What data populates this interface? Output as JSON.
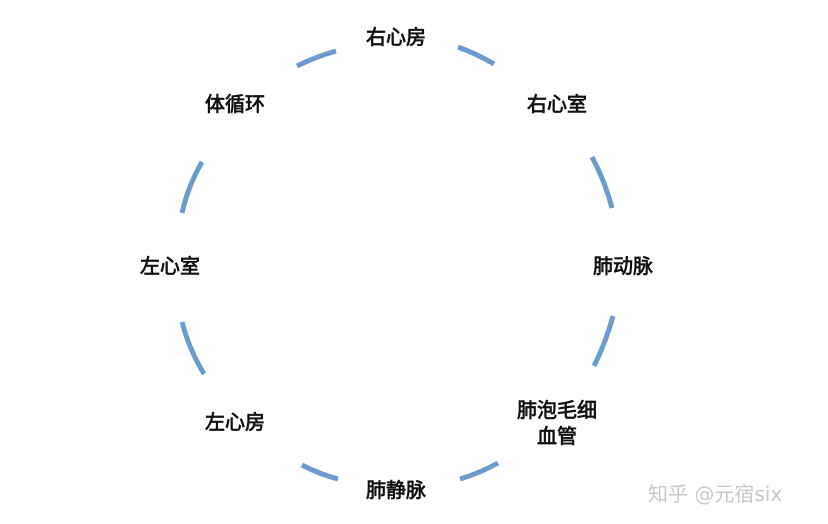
{
  "nodes": [
    "右心房",
    "右心室",
    "肺动脉",
    "肺泡毛细",
    "血管",
    "肺静脉",
    "左心房",
    "左心室",
    "体循环"
  ],
  "watermark": "知乎 @元宿six",
  "colors": {
    "arc": "#6b9bcf",
    "text": "#111111"
  }
}
